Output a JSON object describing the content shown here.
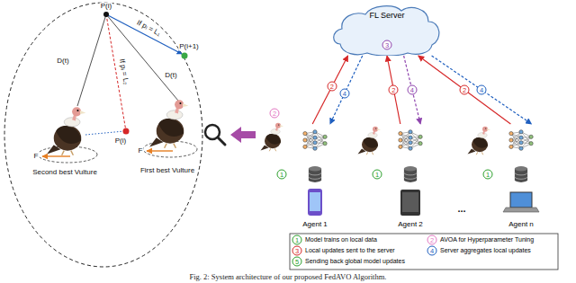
{
  "diagram": {
    "caption": "Fig. 2: System architecture of our proposed FedAVO Algorithm.",
    "nodes": [
      {
        "text": [
          "FL Server"
        ]
      },
      {
        "text": [
          "Agent 1"
        ]
      },
      {
        "text": [
          "Agent 2"
        ]
      },
      {
        "text": [
          "Agent n"
        ]
      }
    ],
    "edges": [
      {
        "from": 1,
        "to": 0,
        "label": "2",
        "arrow": "to"
      },
      {
        "from": 0,
        "to": 1,
        "label": "4",
        "arrow": "to"
      },
      {
        "from": 2,
        "to": 0,
        "label": "2",
        "arrow": "to"
      },
      {
        "from": 0,
        "to": 2,
        "label": "4",
        "arrow": "to"
      },
      {
        "from": 3,
        "to": 0,
        "label": "2",
        "arrow": "to"
      },
      {
        "from": 0,
        "to": 3,
        "label": "4",
        "arrow": "to"
      }
    ],
    "labels": [
      "P(i)",
      "D(t)",
      "D(t)",
      "If pᵢ = L₁",
      "If pᵢ = L₂",
      "P(i+1)",
      "F",
      "F",
      "P(i)",
      "Second best Vulture",
      "First best Vulture",
      "2",
      "3",
      "1",
      "1",
      "1",
      "...",
      "1",
      "2",
      "3",
      "4",
      "5"
    ],
    "legend": [
      {
        "text": "Model trains on local data"
      },
      {
        "text": "AVOA for Hyperparameter Tuning"
      },
      {
        "text": "Local updates sent to the server"
      },
      {
        "text": "Server aggregates local updates"
      },
      {
        "text": "Sending back global model updates"
      }
    ]
  }
}
